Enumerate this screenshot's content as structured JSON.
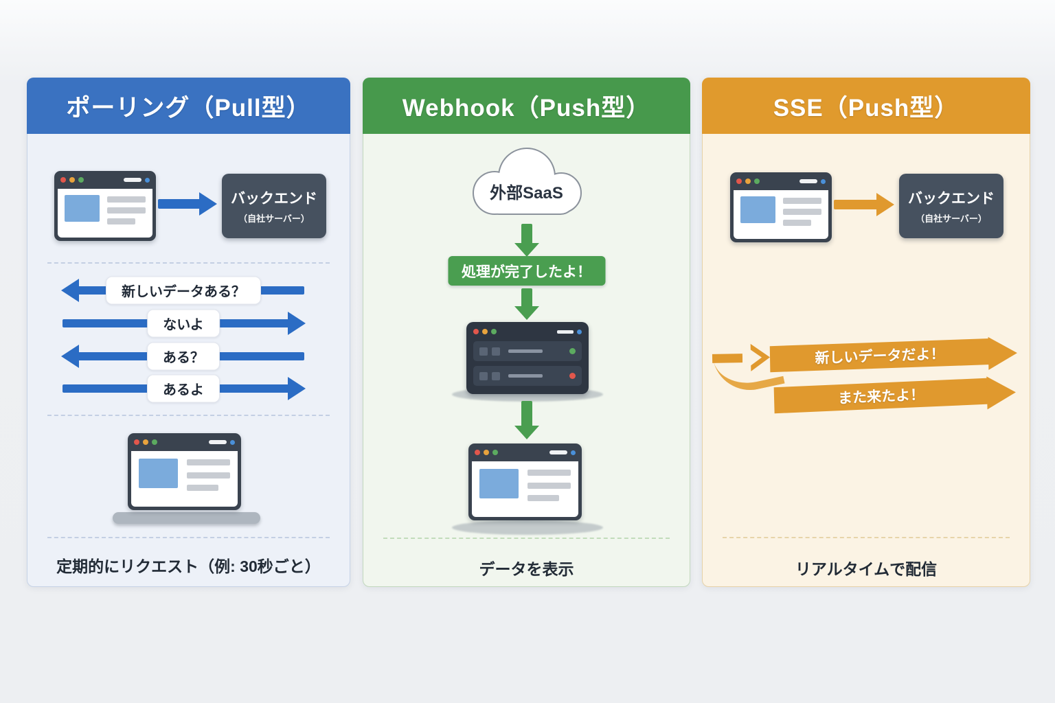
{
  "polling": {
    "title": "ポーリング（Pull型）",
    "backend": {
      "line1": "バックエンド",
      "line2": "（自社サーバー）"
    },
    "messages": [
      {
        "text": "新しいデータある？",
        "direction": "left"
      },
      {
        "text": "ないよ",
        "direction": "right"
      },
      {
        "text": "ある？",
        "direction": "left"
      },
      {
        "text": "あるよ",
        "direction": "right"
      }
    ],
    "caption": "定期的にリクエスト（例: 30秒ごと）"
  },
  "webhook": {
    "title": "Webhook（Push型）",
    "cloud_label": "外部SaaS",
    "event_label": "処理が完了したよ！",
    "caption": "データを表示"
  },
  "sse": {
    "title": "SSE（Push型）",
    "backend": {
      "line1": "バックエンド",
      "line2": "（自社サーバー）"
    },
    "messages": [
      {
        "text": "新しいデータだよ！"
      },
      {
        "text": "また来たよ！"
      }
    ],
    "caption": "リアルタイムで配信"
  },
  "colors": {
    "blue_header": "#3a72c1",
    "green_header": "#47994c",
    "orange_header": "#e09a2d",
    "blue_arrow": "#2b6cc4",
    "green_arrow": "#4a9e50",
    "orange_arrow": "#e0992e",
    "dark_box": "#46515f"
  },
  "icons": {
    "browser_window": "css-shape",
    "backend_server_box": "css-shape",
    "cloud": "inline-svg",
    "server_rack": "css-shape",
    "laptop": "css-shape",
    "arrows": "css-triangles"
  }
}
